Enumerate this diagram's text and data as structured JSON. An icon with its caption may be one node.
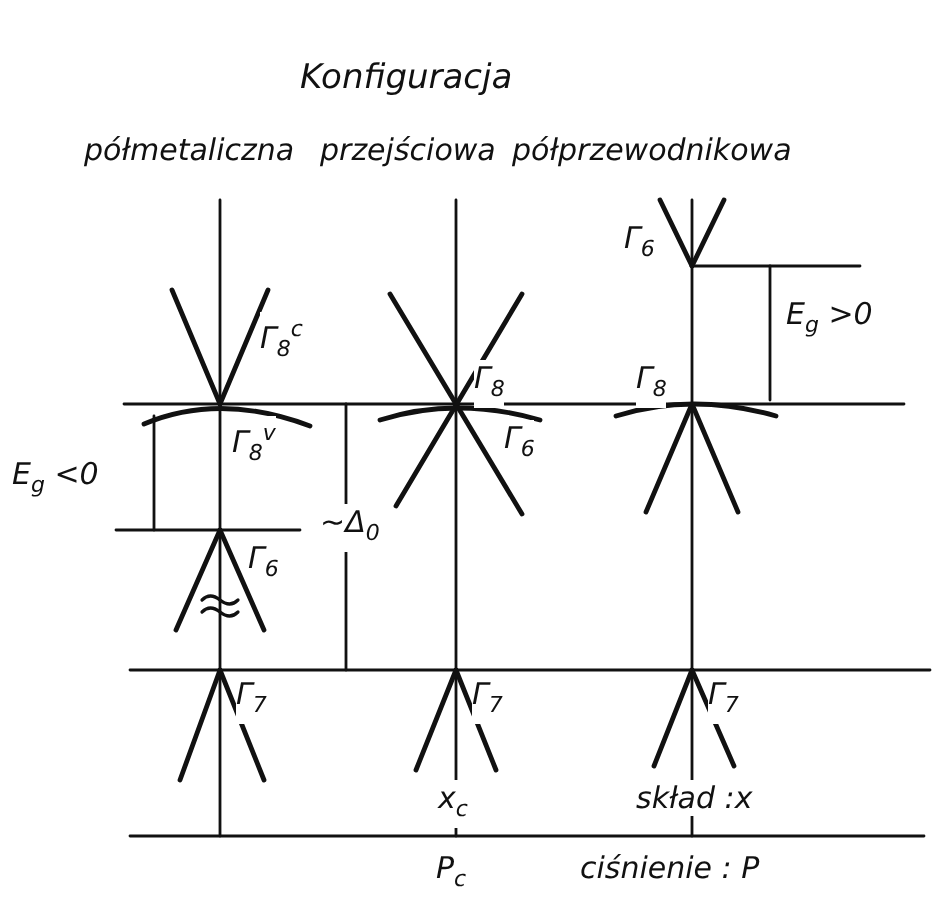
{
  "diagram": {
    "title": "Konfiguracja",
    "labels": [
      "półmetaliczna",
      "przejściowa",
      "półprzewodnikowa",
      "Γ$_{6}$",
      "E$_{g}$ >0",
      "Γ$_{8}$$^{c}$",
      "Γ$_{8}$",
      "Γ$_{8}$",
      "Γ$_{8}$$^{v}$",
      "Γ$_{6}$",
      "E$_{g}$ <0",
      "~Δ$_{0}$",
      "Γ$_{6}$",
      "Γ$_{7}$",
      "Γ$_{7}$",
      "Γ$_{7}$",
      "x$_{c}$",
      "skład :x",
      "P$_{c}$",
      "ciśnienie : P"
    ]
  }
}
